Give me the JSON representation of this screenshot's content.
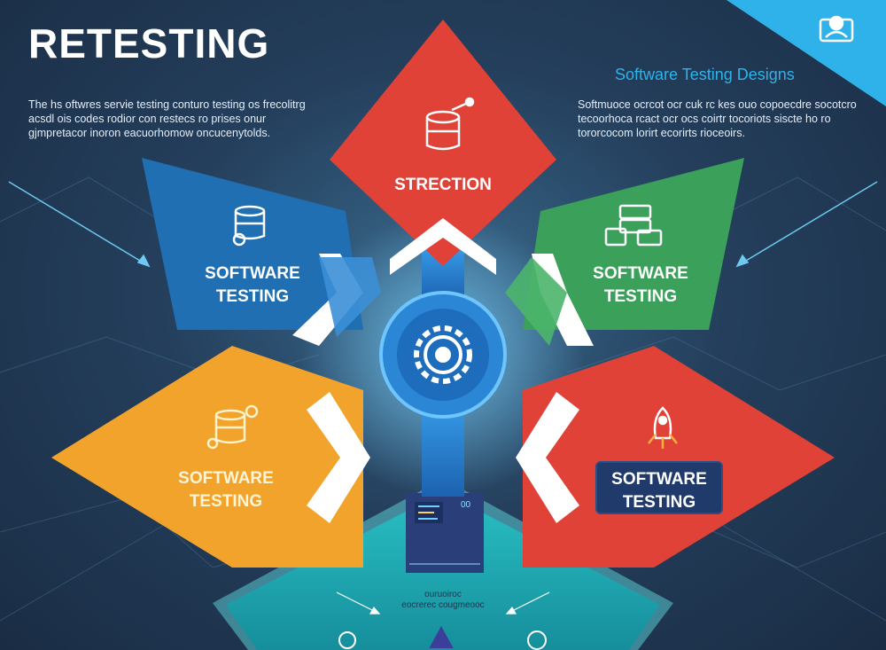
{
  "header": {
    "title": "RETESTING",
    "subtitle_right": "Software Testing Designs",
    "desc_left": "The hs oftwres servie testing conturo testing os frecolitrg acsdl ois codes rodior con restecs ro prises onur gjmpretacor inoron eacuorhomow oncucenytolds.",
    "desc_right": "Softmuoce ocrcot ocr cuk rc kes ouo copoecdre socotcro tecoorhoca rcact ocr ocs coirtr tocoriots siscte ho ro tororcocom lorirt ecorirts rioceoirs."
  },
  "nodes": {
    "top": {
      "label": "STRECTION",
      "color": "#e04238",
      "icon": "database-wrench-icon"
    },
    "left": {
      "label_line1": "SOFTWARE",
      "label_line2": "TESTING",
      "color": "#1f6fb2",
      "icon": "database-gear-icon"
    },
    "right": {
      "label_line1": "SOFTWARE",
      "label_line2": "TESTING",
      "color": "#3aa05a",
      "icon": "server-monitor-icon"
    },
    "bottom_left": {
      "label_line1": "SOFTWARE",
      "label_line2": "TESTING",
      "color": "#f2a32b",
      "icon": "database-gears-icon"
    },
    "bottom_right": {
      "label_line1": "SOFTWARE",
      "label_line2": "TESTING",
      "color": "#e04238",
      "icon": "rocket-icon"
    },
    "center": {
      "icon": "gear-icon",
      "color": "#2b86d6"
    },
    "base": {
      "color": "#1fa8b0",
      "small_text_line1": "ouruoiroc",
      "small_text_line2": "eocrerec cougmeooc"
    }
  },
  "colors": {
    "background": "#243f5c",
    "accent": "#2fb2ea"
  }
}
